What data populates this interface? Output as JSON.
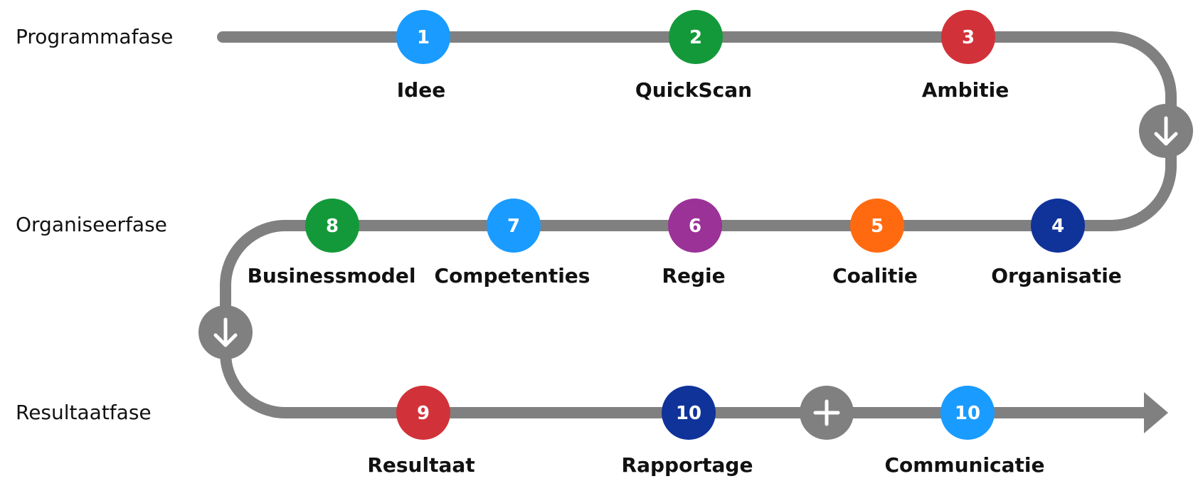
{
  "phases": [
    {
      "label": "Programmafase"
    },
    {
      "label": "Organiseerfase"
    },
    {
      "label": "Resultaatfase"
    }
  ],
  "steps": [
    {
      "number": "1",
      "label": "Idee",
      "color": "#1a9bff"
    },
    {
      "number": "2",
      "label": "QuickScan",
      "color": "#14993a"
    },
    {
      "number": "3",
      "label": "Ambitie",
      "color": "#d13239"
    },
    {
      "number": "4",
      "label": "Organisatie",
      "color": "#10339a"
    },
    {
      "number": "5",
      "label": "Coalitie",
      "color": "#ff6a10"
    },
    {
      "number": "6",
      "label": "Regie",
      "color": "#9b3297"
    },
    {
      "number": "7",
      "label": "Competenties",
      "color": "#1a9bff"
    },
    {
      "number": "8",
      "label": "Businessmodel",
      "color": "#14993a"
    },
    {
      "number": "9",
      "label": "Resultaat",
      "color": "#d13239"
    },
    {
      "number": "10",
      "label": "Rapportage",
      "color": "#10339a"
    },
    {
      "number": "10",
      "label": "Communicatie",
      "color": "#1a9bff"
    }
  ],
  "connectors": {
    "down_arrow_icon": "arrow-down",
    "plus_icon": "plus",
    "end_arrow_icon": "arrow-right",
    "track_color": "#808080"
  }
}
